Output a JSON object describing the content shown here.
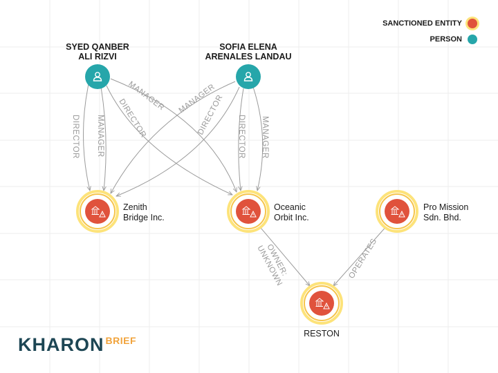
{
  "legend": {
    "sanctioned": "SANCTIONED ENTITY",
    "person": "PERSON"
  },
  "colors": {
    "person": "#26a6aa",
    "sanctioned_core": "#e0523c",
    "sanctioned_ring": "#f6c44a",
    "edge": "#9a9a9a",
    "logo": "#1d4654",
    "logo_accent": "#f1a33b"
  },
  "nodes": {
    "syed": {
      "line1": "SYED QANBER",
      "line2": "ALI RIZVI",
      "type": "person",
      "icon": "person-icon"
    },
    "sofia": {
      "line1": "SOFIA ELENA",
      "line2": "ARENALES LANDAU",
      "type": "person",
      "icon": "person-icon"
    },
    "zenith": {
      "line1": "Zenith",
      "line2": "Bridge Inc.",
      "type": "sanctioned",
      "icon": "bank-warning-icon"
    },
    "oceanic": {
      "line1": "Oceanic",
      "line2": "Orbit Inc.",
      "type": "sanctioned",
      "icon": "bank-warning-icon"
    },
    "promission": {
      "line1": "Pro Mission",
      "line2": "Sdn. Bhd.",
      "type": "sanctioned",
      "icon": "bank-warning-icon"
    },
    "reston": {
      "line1": "RESTON",
      "type": "sanctioned",
      "icon": "bank-warning-icon"
    }
  },
  "edges": {
    "syed_zenith_director": "DIRECTOR",
    "syed_zenith_manager": "MANAGER",
    "syed_oceanic_director": "DIRECTOR",
    "syed_oceanic_manager": "MANAGER",
    "sofia_zenith_manager": "MANAGER",
    "sofia_zenith_director": "DIRECTOR",
    "sofia_oceanic_director": "DIRECTOR",
    "sofia_oceanic_manager": "MANAGER",
    "oceanic_reston_owner_1": "OWNER:",
    "oceanic_reston_owner_2": "UNKNOWN",
    "promission_reston_operates": "OPERATES"
  },
  "logo": {
    "main": "KHARON",
    "accent": "BRIEF"
  }
}
